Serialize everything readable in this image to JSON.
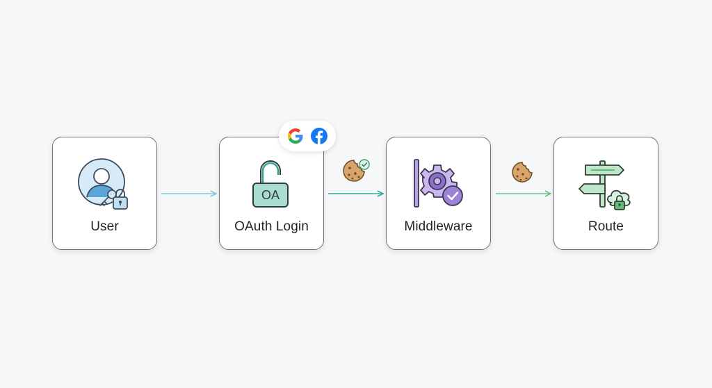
{
  "nodes": [
    {
      "id": "user",
      "label": "User",
      "icon": "user-key-lock-icon"
    },
    {
      "id": "oauth",
      "label": "OAuth Login",
      "icon": "open-padlock-icon",
      "icon_text": "OA"
    },
    {
      "id": "middleware",
      "label": "Middleware",
      "icon": "gear-check-icon"
    },
    {
      "id": "route",
      "label": "Route",
      "icon": "signpost-cloud-lock-icon"
    }
  ],
  "providers": [
    "google-logo-icon",
    "facebook-logo-icon"
  ],
  "edges": [
    {
      "from": "user",
      "to": "oauth",
      "color": "#7fc8dc",
      "marker": ""
    },
    {
      "from": "oauth",
      "to": "middleware",
      "color": "#35a99b",
      "marker": "cookie-check-icon"
    },
    {
      "from": "middleware",
      "to": "route",
      "color": "#6ec48c",
      "marker": "cookie-icon"
    }
  ],
  "colors": {
    "user_accent": "#5aa6d6",
    "oauth_accent": "#3aa58f",
    "middleware_accent": "#8a72c9",
    "route_accent": "#5dbf7a",
    "background": "#f5f7f9"
  }
}
